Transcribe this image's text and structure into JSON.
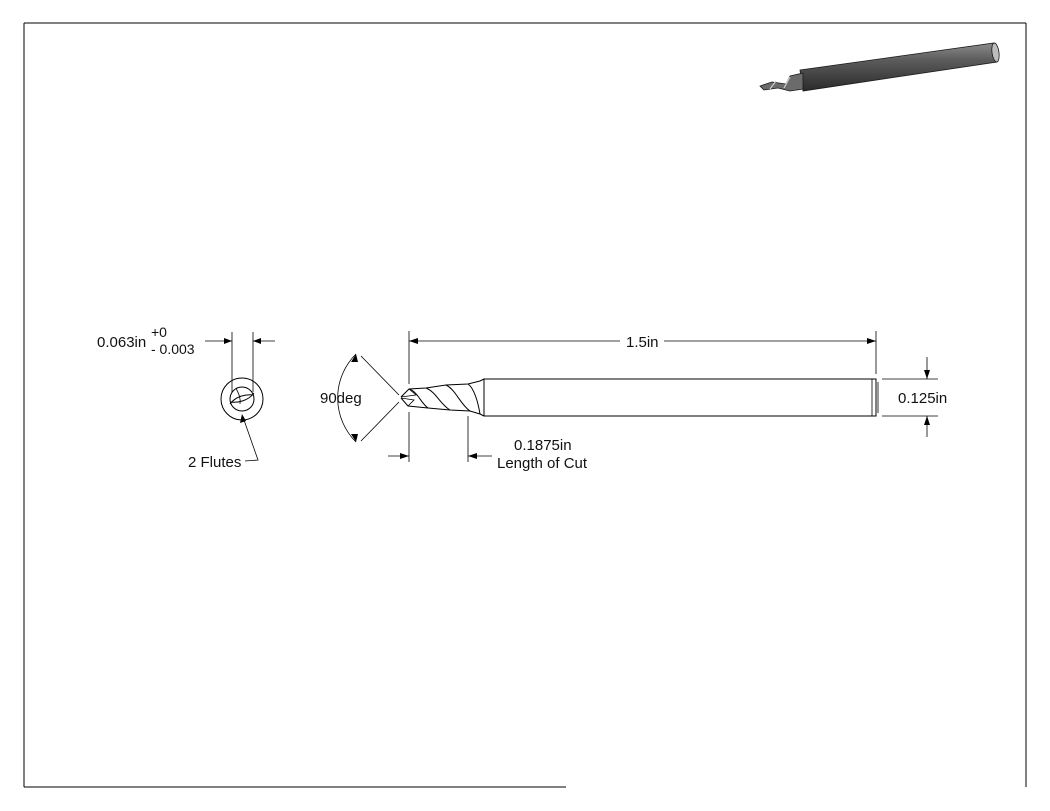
{
  "drawing": {
    "end_view": {
      "diameter": "0.063in",
      "tol_plus": "+0",
      "tol_minus": "- 0.003",
      "flutes_label": "2 Flutes"
    },
    "side_view": {
      "angle": "90deg",
      "overall_length": "1.5in",
      "shank_diameter": "0.125in",
      "cut_length": "0.1875in",
      "cut_length_caption": "Length of Cut"
    }
  },
  "colors": {
    "line": "#000000",
    "tool_dark": "#3a3a3a",
    "tool_light": "#9a9a9a"
  }
}
